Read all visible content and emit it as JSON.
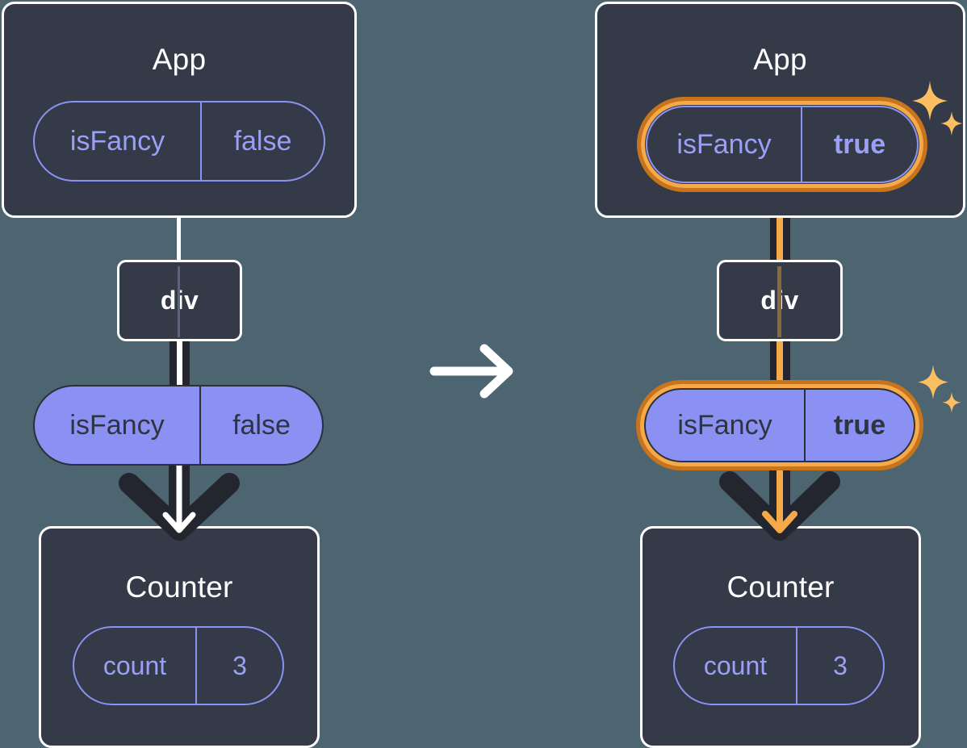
{
  "diagram": {
    "title": "React state update propagation",
    "type": "component-tree-before-after",
    "transition_icon": "arrow-right-icon",
    "highlight_icon": "sparkles-icon",
    "colors": {
      "background": "#4c6571",
      "card_fill": "#343a47",
      "card_border": "#ffffff",
      "pill_fill": "#8b91f3",
      "pill_outline": "#8b93f2",
      "pill_text_dark": "#2e3440",
      "pill_text_light": "#9aa0f5",
      "highlight_outer": "#c9741a",
      "highlight_inner": "#f5a948",
      "arrow_dark": "#23262f",
      "arrow_light": "#ffffff",
      "arrow_highlight": "#f5a948"
    }
  },
  "panels": [
    {
      "id": "before",
      "root": {
        "name": "App",
        "state": {
          "key": "isFancy",
          "value": "false",
          "highlighted": false
        }
      },
      "host": {
        "name": "div"
      },
      "prop": {
        "key": "isFancy",
        "value": "false",
        "highlighted": false
      },
      "child": {
        "name": "Counter",
        "state": {
          "key": "count",
          "value": "3",
          "highlighted": false
        }
      }
    },
    {
      "id": "after",
      "root": {
        "name": "App",
        "state": {
          "key": "isFancy",
          "value": "true",
          "highlighted": true
        }
      },
      "host": {
        "name": "div"
      },
      "prop": {
        "key": "isFancy",
        "value": "true",
        "highlighted": true
      },
      "child": {
        "name": "Counter",
        "state": {
          "key": "count",
          "value": "3",
          "highlighted": false
        }
      }
    }
  ]
}
